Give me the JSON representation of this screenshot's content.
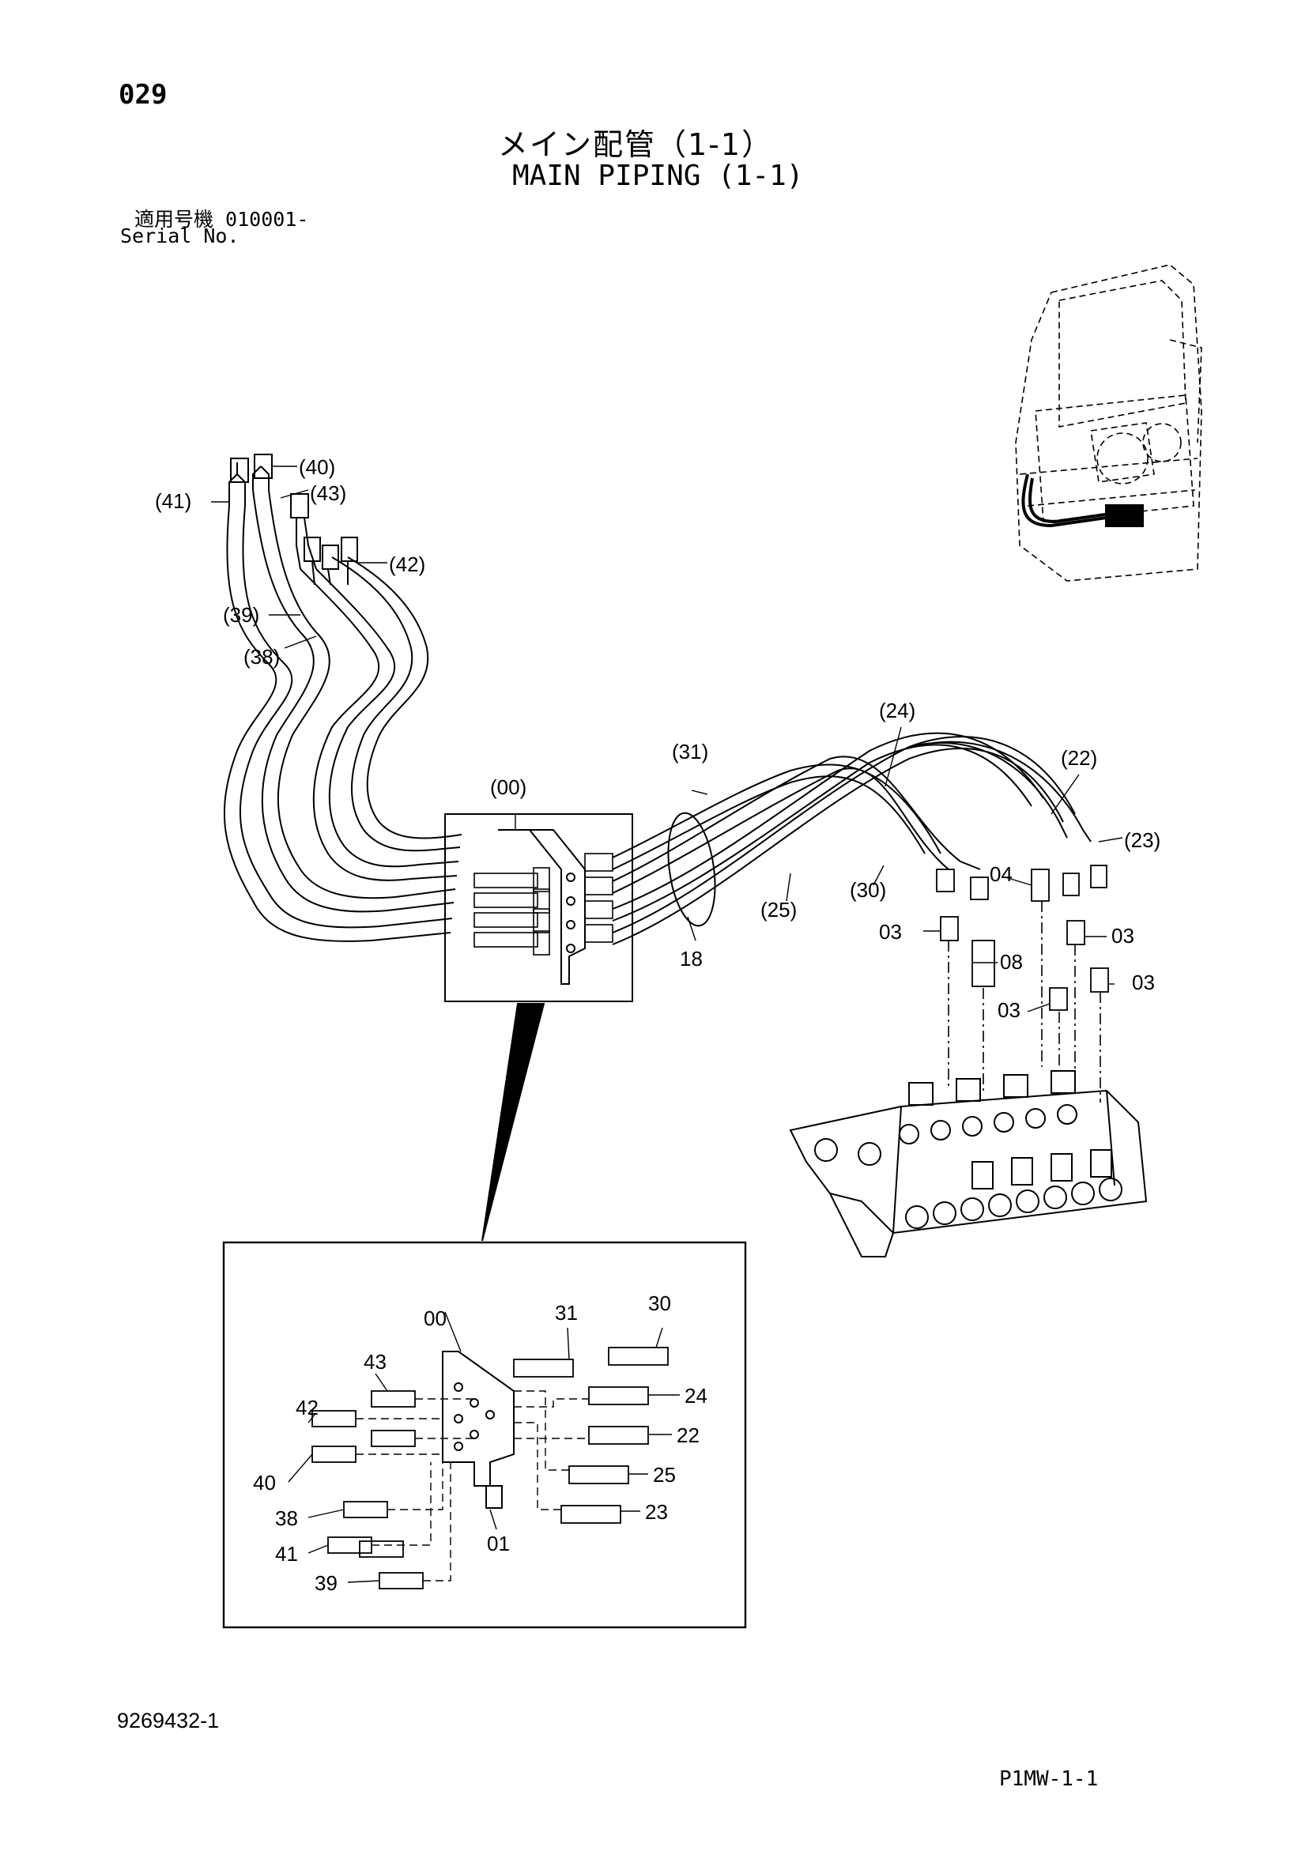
{
  "header": {
    "page_number": "029",
    "title_jp": "メイン配管（1-1）",
    "title_en": "MAIN PIPING (1-1)",
    "serial_label_jp": "適用号機  010001-",
    "serial_label_en": "Serial No."
  },
  "footer": {
    "doc_number": "9269432-1",
    "page_code": "P1MW-1-1"
  },
  "callouts": {
    "c40": "(40)",
    "c41": "(41)",
    "c43": "(43)",
    "c42": "(42)",
    "c39": "(39)",
    "c38": "(38)",
    "c00": "(00)",
    "c31": "(31)",
    "c24": "(24)",
    "c22": "(22)",
    "c23": "(23)",
    "c25": "(25)",
    "c30": "(30)",
    "p04": "04",
    "p03a": "03",
    "p03b": "03",
    "p03c": "03",
    "p03d": "03",
    "p08": "08",
    "p18": "18"
  },
  "detail": {
    "d00": "00",
    "d31": "31",
    "d30": "30",
    "d43": "43",
    "d42": "42",
    "d24": "24",
    "d22": "22",
    "d40": "40",
    "d25": "25",
    "d38": "38",
    "d23": "23",
    "d41": "41",
    "d01": "01",
    "d39": "39"
  }
}
